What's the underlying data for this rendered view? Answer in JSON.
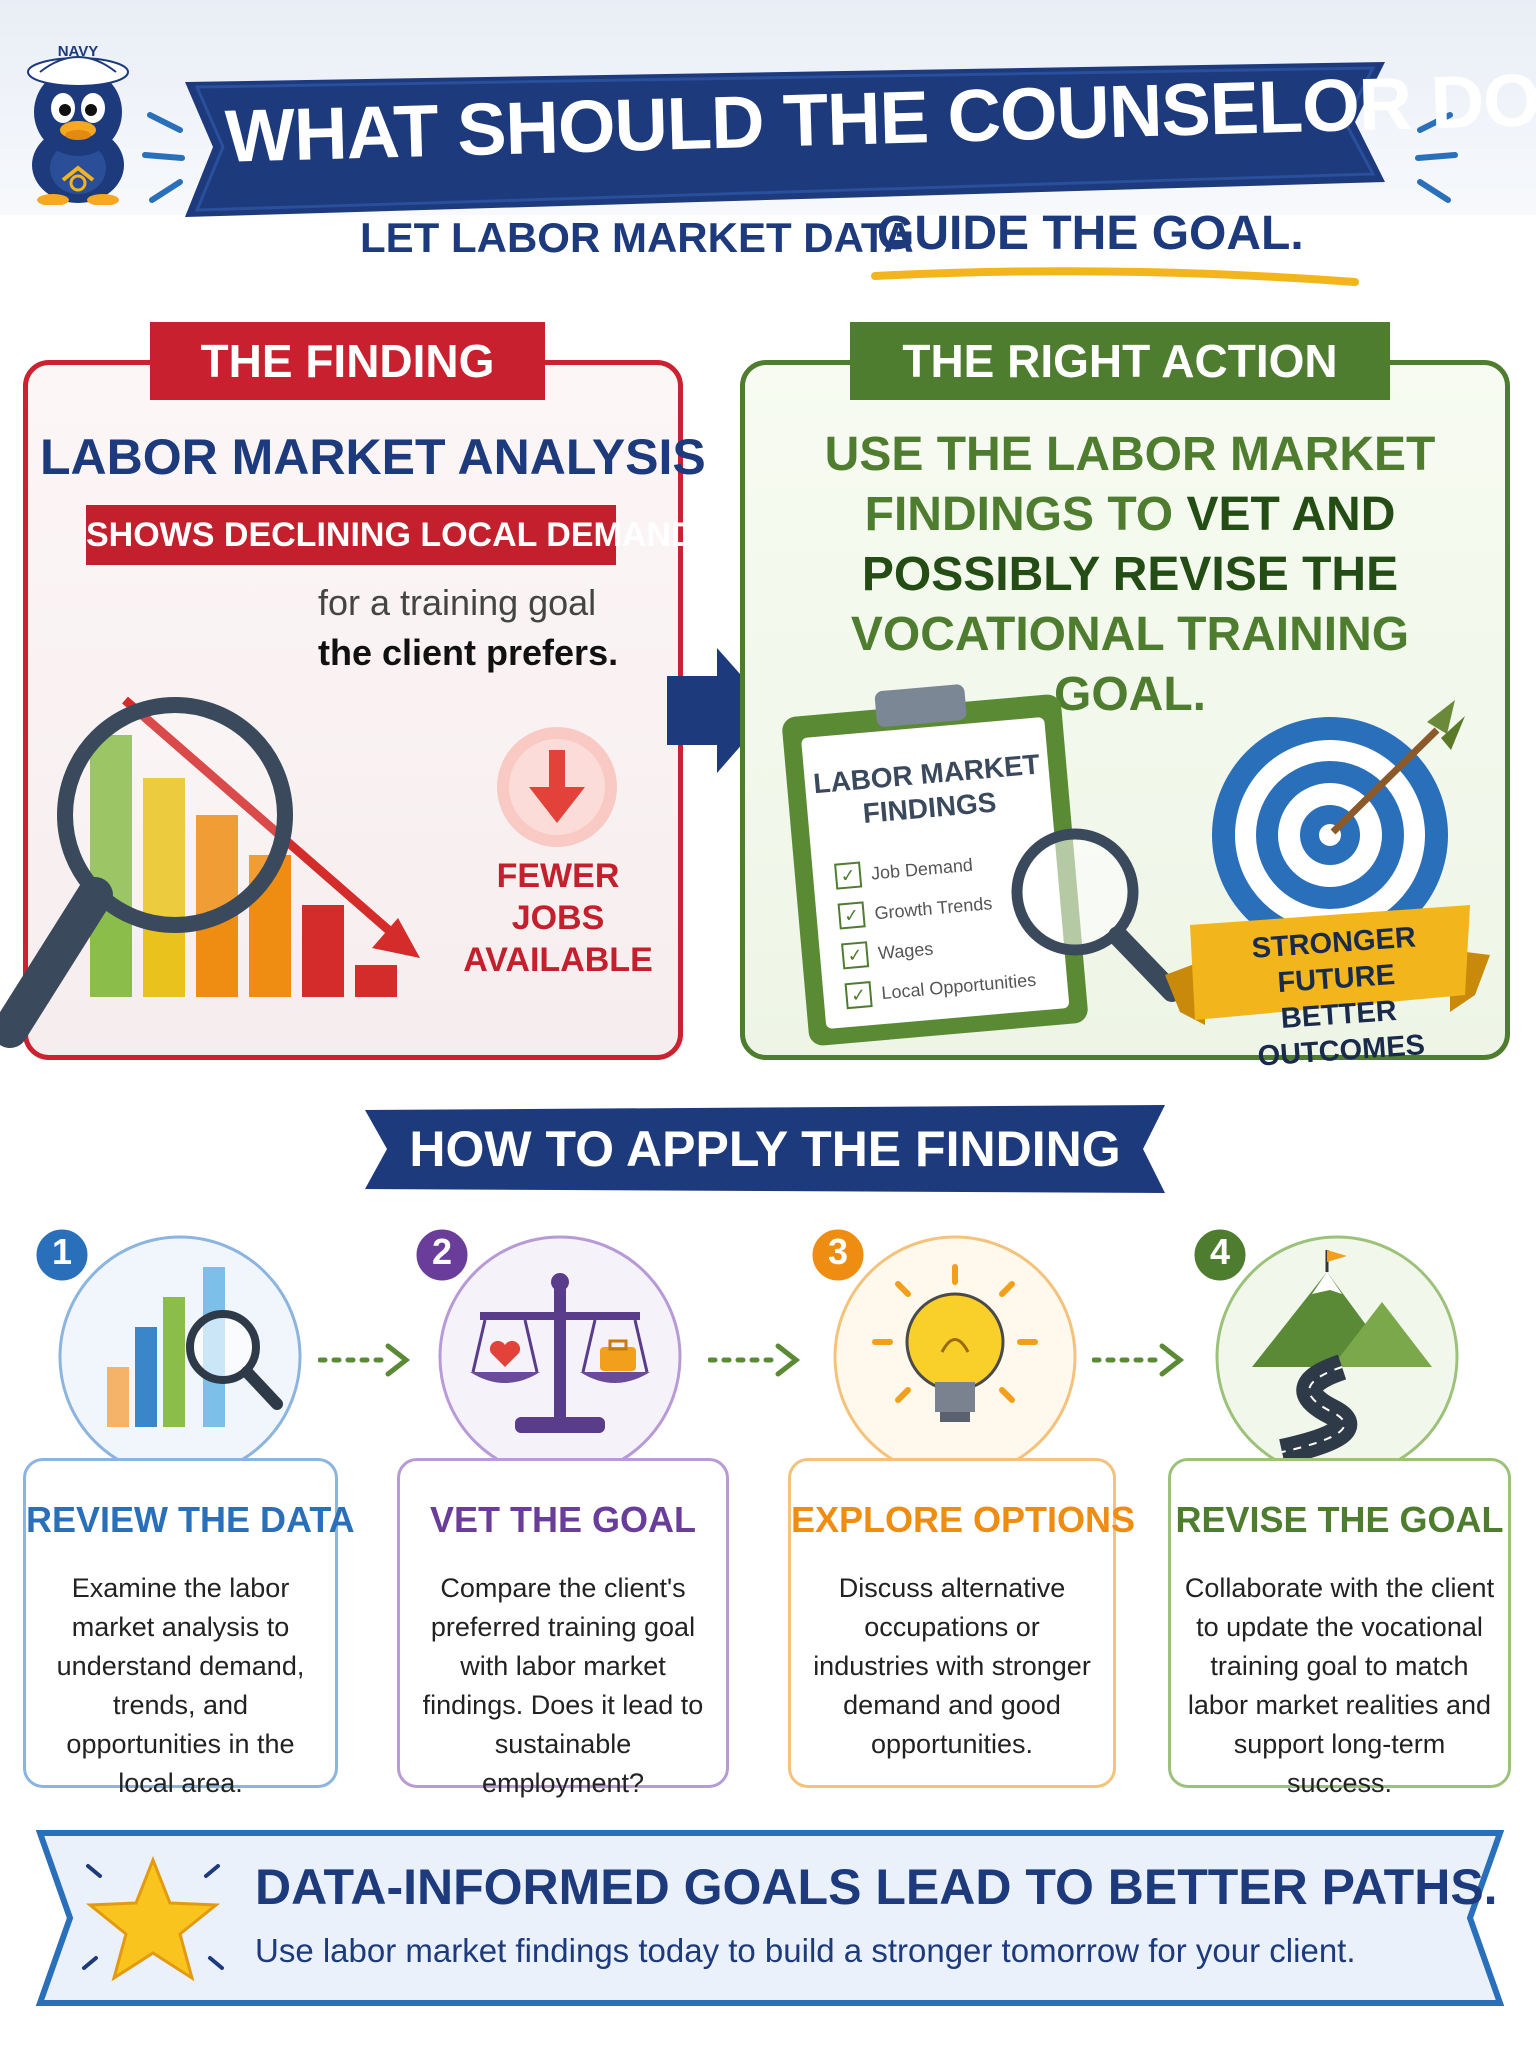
{
  "header": {
    "mascot_cap": "NAVY",
    "title": "WHAT SHOULD THE COUNSELOR DO?",
    "subtitle_part1": "LET LABOR MARKET DATA",
    "subtitle_part2": "GUIDE THE GOAL."
  },
  "finding": {
    "tag": "THE FINDING",
    "headline": "LABOR MARKET ANALYSIS",
    "highlight": "SHOWS DECLINING LOCAL DEMAND",
    "line1": "for a training goal",
    "line2": "the client prefers.",
    "badge_line1": "FEWER JOBS",
    "badge_line2": "AVAILABLE"
  },
  "action": {
    "tag": "THE RIGHT ACTION",
    "text_line1": "USE THE LABOR MARKET",
    "text_line2a": "FINDINGS TO",
    "text_line2b": "VET AND",
    "text_line3": "POSSIBLY REVISE THE",
    "text_line4": "VOCATIONAL TRAINING GOAL.",
    "clipboard_title_line1": "LABOR MARKET",
    "clipboard_title_line2": "FINDINGS",
    "clipboard_items": [
      "Job Demand",
      "Growth Trends",
      "Wages",
      "Local Opportunities"
    ],
    "ribbon_line1": "STRONGER FUTURE",
    "ribbon_line2": "BETTER OUTCOMES"
  },
  "apply": {
    "title": "HOW TO APPLY THE FINDING",
    "steps": [
      {
        "number": "1",
        "title": "REVIEW THE DATA",
        "desc": "Examine the labor market analysis to understand demand, trends, and opportunities in the local area.",
        "color": "#2a6fba"
      },
      {
        "number": "2",
        "title": "VET THE GOAL",
        "desc": "Compare the client's preferred training goal with labor market findings. Does it lead to sustainable employment?",
        "color": "#6a3d9a"
      },
      {
        "number": "3",
        "title": "EXPLORE OPTIONS",
        "desc": "Discuss alternative occupations or industries with stronger demand and good opportunities.",
        "color": "#ef8c12"
      },
      {
        "number": "4",
        "title": "REVISE THE GOAL",
        "desc": "Collaborate with the client to update the vocational training goal to match labor market realities and support long-term success.",
        "color": "#4f7d2f"
      }
    ]
  },
  "footer": {
    "title": "DATA-INFORMED GOALS LEAD TO BETTER PATHS.",
    "subtitle": "Use labor market findings today to build a stronger tomorrow for your client."
  },
  "colors": {
    "navy": "#1d3a7c",
    "red": "#c8202e",
    "green": "#4f7d2f",
    "gold": "#f2b51b"
  }
}
